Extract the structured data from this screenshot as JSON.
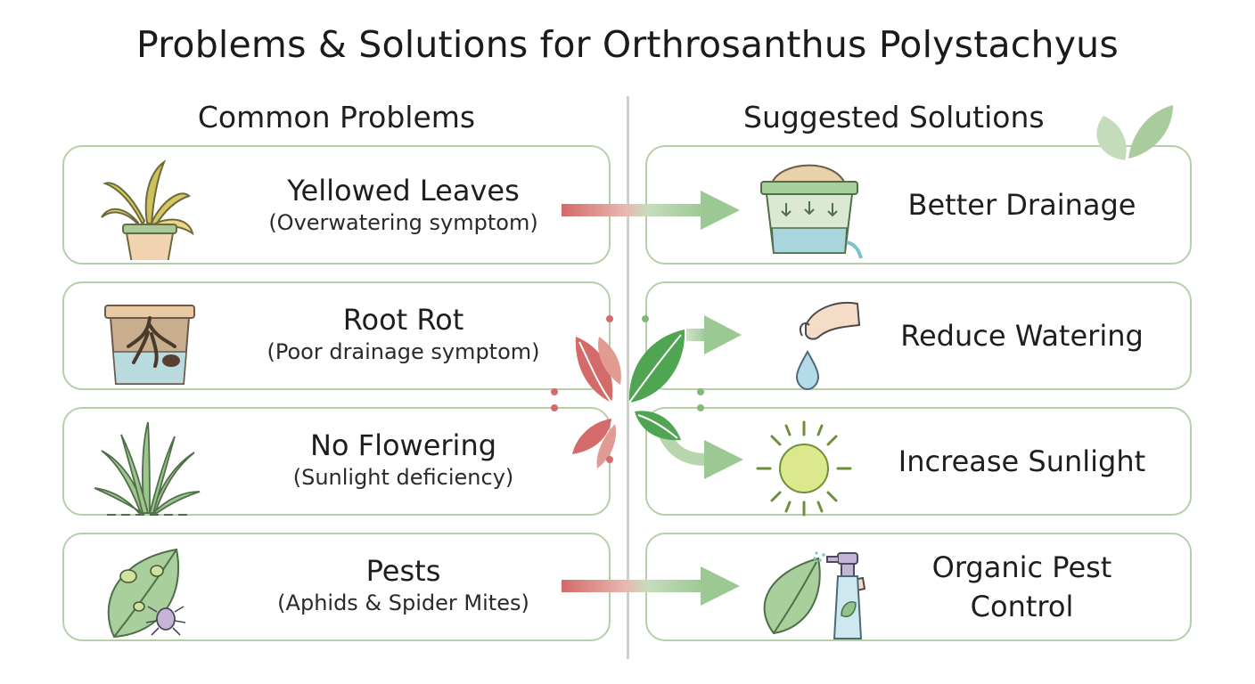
{
  "title": "Problems & Solutions for Orthrosanthus Polystachyus",
  "headings": {
    "problems": "Common Problems",
    "solutions": "Suggested Solutions"
  },
  "problems": [
    {
      "title": "Yellowed Leaves",
      "subtitle": "(Overwatering symptom)",
      "icon": "wilting-plant-icon"
    },
    {
      "title": "Root Rot",
      "subtitle": "(Poor drainage symptom)",
      "icon": "rotting-roots-icon"
    },
    {
      "title": "No Flowering",
      "subtitle": "(Sunlight deficiency)",
      "icon": "grass-plant-icon"
    },
    {
      "title": "Pests",
      "subtitle": "(Aphids & Spider Mites)",
      "icon": "leaf-bugs-icon"
    }
  ],
  "solutions": [
    {
      "label": "Better Drainage",
      "icon": "drainage-pot-icon"
    },
    {
      "label": "Reduce Watering",
      "icon": "hand-water-drop-icon"
    },
    {
      "label": "Increase Sunlight",
      "icon": "sun-icon"
    },
    {
      "label": "Organic Pest Control",
      "icon": "spray-bottle-icon"
    }
  ],
  "colors": {
    "card_border": "#b6cfa9",
    "problem_red": "#d46a6a",
    "solution_green": "#7fb87a",
    "leaf_green": "#4fa552",
    "divider": "#c9d2c4"
  }
}
